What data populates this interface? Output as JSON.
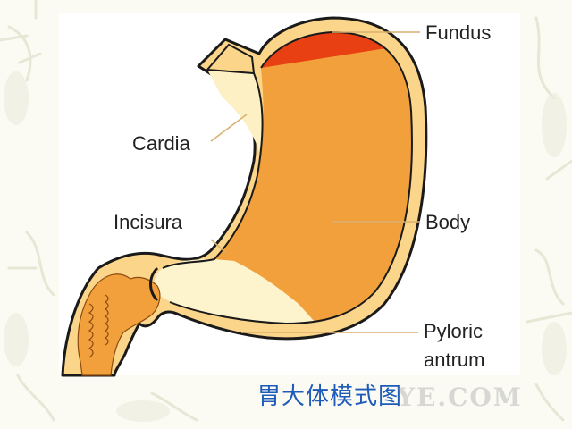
{
  "diagram": {
    "labels": {
      "fundus": "Fundus",
      "cardia": "Cardia",
      "incisura": "Incisura",
      "body": "Body",
      "pyloric": "Pyloric",
      "antrum": "antrum"
    },
    "caption": "胃大体模式图",
    "watermark": "YE.COM"
  },
  "colors": {
    "fundus": "#e84012",
    "body": "#f2a03c",
    "cardia": "#fdf0c4",
    "antrum": "#fdf3cc",
    "duodenum": "#f2a03c",
    "wall": "#fbd68a",
    "outline": "#1a1a1a",
    "leader": "#d9b070",
    "caption": "#1f5bb8"
  }
}
